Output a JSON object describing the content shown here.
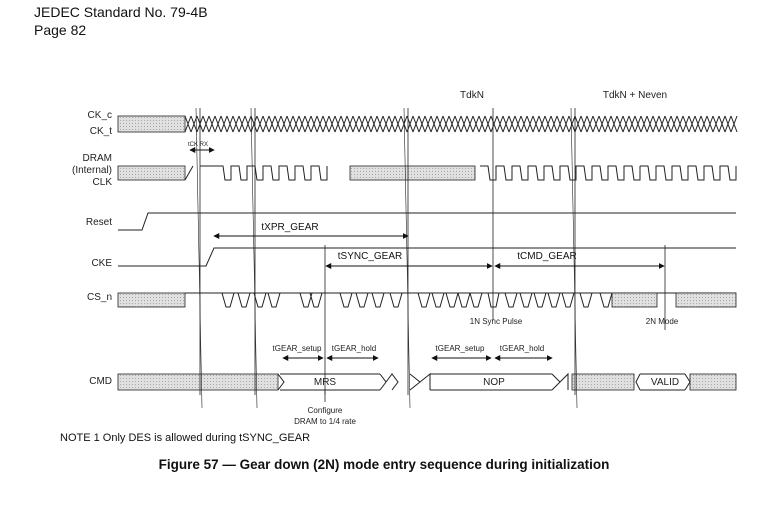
{
  "header": {
    "standard": "JEDEC Standard No. 79-4B",
    "page": "Page 82"
  },
  "signals": {
    "ck_c": "CK_c",
    "ck_t": "CK_t",
    "dram_1": "DRAM",
    "dram_2": "(Internal)",
    "dram_3": "CLK",
    "reset": "Reset",
    "cke": "CKE",
    "cs_n": "CS_n",
    "cmd": "CMD"
  },
  "timing": {
    "tdkn": "TdkN",
    "tdkn_neven": "TdkN + Neven",
    "tck_rx": "tCK RX",
    "txpr_gear": "tXPR_GEAR",
    "tsync_gear": "tSYNC_GEAR",
    "tcmd_gear": "tCMD_GEAR",
    "sync_pulse": "1N Sync Pulse",
    "mode_2n": "2N Mode",
    "setup_1": "tGEAR_setup",
    "hold_1": "tGEAR_hold",
    "setup_2": "tGEAR_setup",
    "hold_2": "tGEAR_hold",
    "mrs": "MRS",
    "nop": "NOP",
    "valid": "VALID",
    "configure_1": "Configure",
    "configure_2": "DRAM to 1/4 rate"
  },
  "colors": {
    "shade": "#d8d8d8",
    "line": "#222222"
  },
  "note": "NOTE 1   Only DES is allowed during tSYNC_GEAR",
  "caption": "Figure 57 — Gear down (2N) mode entry sequence during initialization"
}
